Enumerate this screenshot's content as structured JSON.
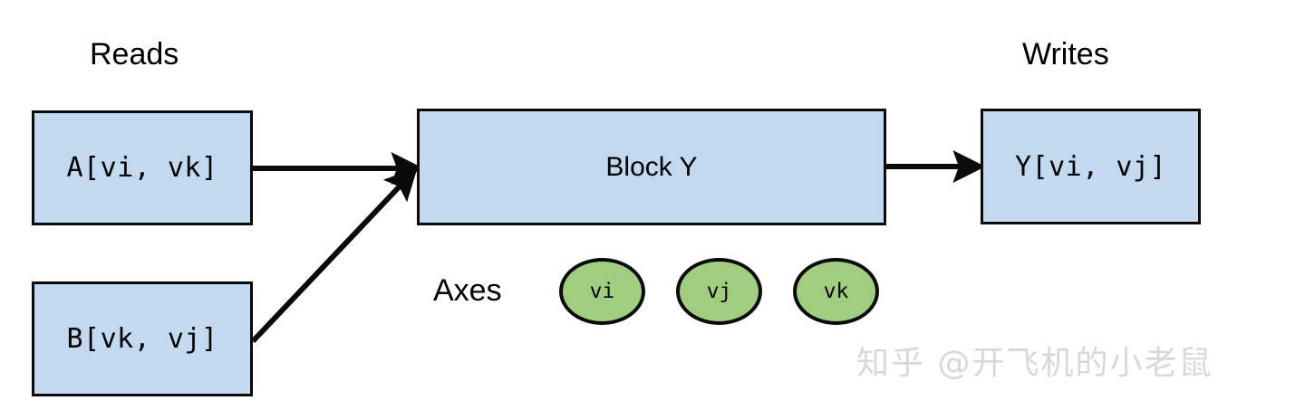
{
  "diagram": {
    "title_labels": {
      "reads": "Reads",
      "writes": "Writes",
      "axes": "Axes"
    },
    "nodes": [
      {
        "id": "a-input",
        "label": "A[vi, vk]",
        "role": "read-operand"
      },
      {
        "id": "b-input",
        "label": "B[vk, vj]",
        "role": "read-operand"
      },
      {
        "id": "block-y",
        "label": "Block Y",
        "role": "compute-block"
      },
      {
        "id": "y-output",
        "label": "Y[vi, vj]",
        "role": "write-operand"
      }
    ],
    "axes": [
      {
        "id": "axis-vi",
        "label": "vi"
      },
      {
        "id": "axis-vj",
        "label": "vj"
      },
      {
        "id": "axis-vk",
        "label": "vk"
      }
    ],
    "edges": [
      {
        "from": "a-input",
        "to": "block-y"
      },
      {
        "from": "b-input",
        "to": "block-y"
      },
      {
        "from": "block-y",
        "to": "y-output"
      }
    ],
    "colors": {
      "box_fill": "#c3d9ef",
      "ellipse_fill": "#a0cd80",
      "stroke": "#0a0a0a",
      "background": "#ffffff",
      "watermark": "#d8d8d8"
    }
  },
  "watermark": {
    "text": "知乎 @开飞机的小老鼠"
  }
}
